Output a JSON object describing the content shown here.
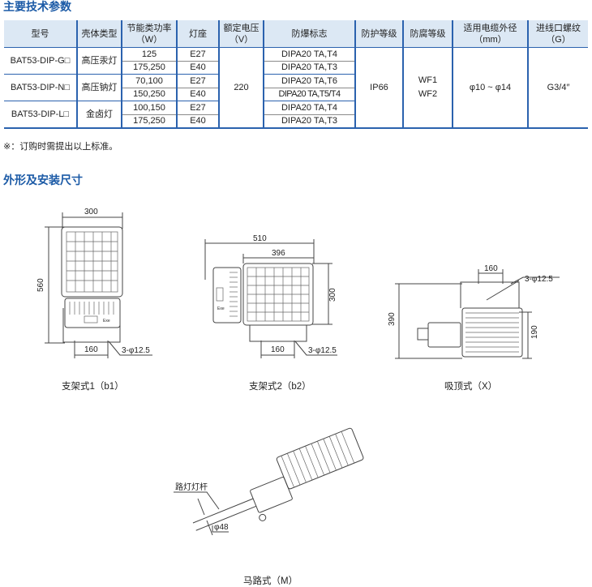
{
  "section1_title": "主要技术参数",
  "table": {
    "headers": [
      "型号",
      "壳体类型",
      "节能类功率（W）",
      "灯座",
      "额定电压（V）",
      "防爆标志",
      "防护等级",
      "防腐等级",
      "适用电缆外径（mm）",
      "进线口螺纹（G）"
    ],
    "header_lines": [
      [
        "型号"
      ],
      [
        "壳体类型"
      ],
      [
        "节能类功率",
        "（W）"
      ],
      [
        "灯座"
      ],
      [
        "额定电压",
        "（V）"
      ],
      [
        "防爆标志"
      ],
      [
        "防护等级"
      ],
      [
        "防腐等级"
      ],
      [
        "适用电缆外径",
        "（mm）"
      ],
      [
        "进线口螺纹",
        "（G）"
      ]
    ],
    "groups": [
      {
        "model": "BAT53-DIP-G□",
        "housing": "高压汞灯",
        "rows": [
          {
            "power": "125",
            "socket": "E27",
            "marking": "DIPA20 TA,T4"
          },
          {
            "power": "175,250",
            "socket": "E40",
            "marking": "DIPA20 TA,T3"
          }
        ]
      },
      {
        "model": "BAT53-DIP-N□",
        "housing": "高压钠灯",
        "rows": [
          {
            "power": "70,100",
            "socket": "E27",
            "marking": "DIPA20 TA,T6"
          },
          {
            "power": "150,250",
            "socket": "E40",
            "marking": "DIPA20 TA,T5/T4"
          }
        ]
      },
      {
        "model": "BAT53-DIP-L□",
        "housing": "金卤灯",
        "rows": [
          {
            "power": "100,150",
            "socket": "E27",
            "marking": "DIPA20 TA,T4"
          },
          {
            "power": "175,250",
            "socket": "E40",
            "marking": "DIPA20 TA,T3"
          }
        ]
      }
    ],
    "voltage": "220",
    "protection": "IP66",
    "anticorrosion": [
      "WF1",
      "WF2"
    ],
    "cable_diameter": "φ10 ~ φ14",
    "thread": "G3/4″"
  },
  "note": "※：订购时需提出以上标准。",
  "section2_title": "外形及安装尺寸",
  "figures": {
    "b1": {
      "caption": "支架式1（b1）",
      "width": "300",
      "height": "560",
      "base": "160",
      "holes": "3-φ12.5",
      "mark": "Exe"
    },
    "b2": {
      "caption": "支架式2（b2）",
      "total": "510",
      "width": "396",
      "height": "300",
      "base": "160",
      "holes": "3-φ12.5",
      "mark": "Exe"
    },
    "x": {
      "caption": "吸顶式（X）",
      "top": "160",
      "holes": "3-φ12.5",
      "height": "390",
      "depth": "190"
    },
    "m": {
      "caption": "马路式（M）",
      "pole": "路灯灯杆",
      "diameter": "φ48"
    }
  }
}
